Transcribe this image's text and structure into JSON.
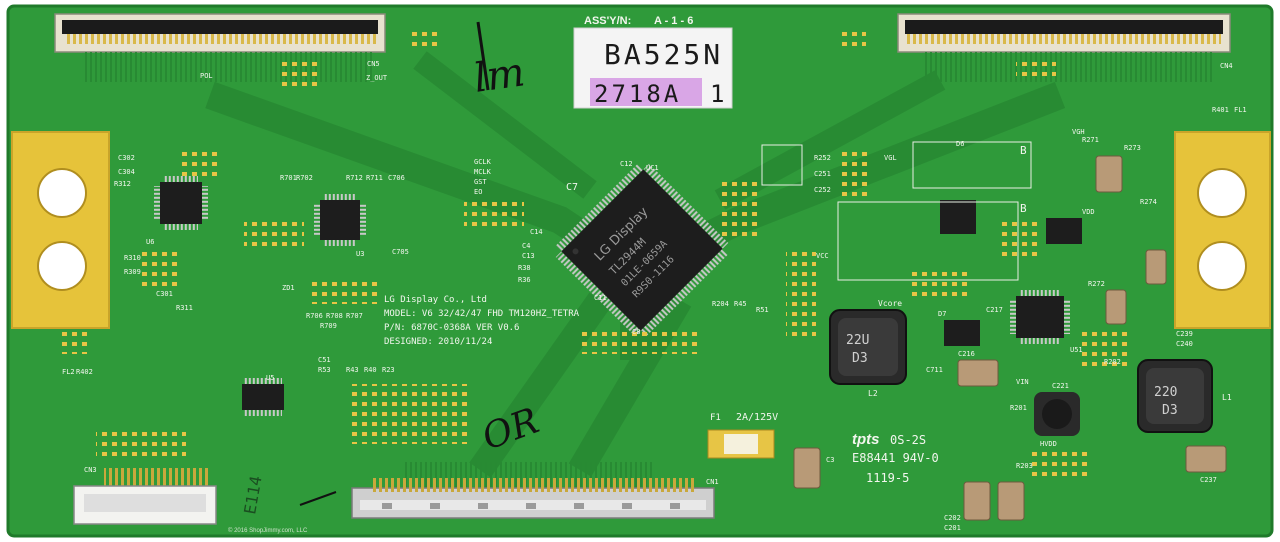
{
  "board": {
    "colors": {
      "pcb": "#2f9a3a",
      "pcb_dark": "#258431",
      "trace": "#2a8c35",
      "gold": "#e6c33a",
      "silk": "#f2f6ee",
      "chip": "#1c1c1c",
      "sticker": "#f4f4f4",
      "sticker_purple": "#d9a6e6"
    },
    "sticker": {
      "assy_label": "ASS'Y/N:",
      "assy_value": "A - 1 - 6",
      "model_code": "BA525N",
      "lot_code": "2718A",
      "lot_suffix": "1"
    },
    "handwriting": {
      "top_mark": "lm",
      "bottom_mark": "OR",
      "corner_mark": "E114"
    },
    "info_block": {
      "maker": "LG Display Co., Ltd",
      "model": "MODEL: V6 32/42/47 FHD TM120HZ_TETRA",
      "part_number": "P/N: 6870C-0368A VER V0.6",
      "designed": "DESIGNED:  2010/11/24"
    },
    "main_ic": {
      "line1": "LG Display",
      "line2": "TL2944M",
      "line3": "01LE-0659A",
      "line4": "R9S0-1116"
    },
    "fuse": {
      "ref": "F1",
      "rating": "2A/125V"
    },
    "certification": {
      "brand": "tpts",
      "grade": "0S-2S",
      "ul_code": "E88441 94V-0",
      "date_code": "1119-5"
    },
    "inductors": [
      {
        "ref": "L2",
        "marking_top": "22U",
        "marking_bottom": "D3"
      },
      {
        "ref": "L1",
        "marking_top": "220",
        "marking_bottom": "D3"
      }
    ],
    "connectors": {
      "cn5": "CN5",
      "cn4": "CN4",
      "cn3": "CN3",
      "cn1": "CN1"
    },
    "silk_labels": {
      "u6": "U6",
      "u5": "U5",
      "u3": "U3",
      "u1": "UC1",
      "u51": "U51",
      "c7": "C7",
      "vcore": "Vcore",
      "vcc": "VCC",
      "vdd": "VDD",
      "vin": "VIN",
      "hvdd": "HVDD",
      "vcl": "VGL",
      "vgh": "VGH",
      "zd1": "ZD1",
      "zout": "Z_OUT",
      "pol": "POL",
      "fl1": "FL1",
      "fl2": "FL2",
      "r402": "R402",
      "r401": "R401",
      "r312": "R312",
      "c302": "C302",
      "c304": "C304",
      "r309": "R309",
      "r310": "R310",
      "c301": "C301",
      "r311": "R311",
      "c711": "C711",
      "c237": "C237",
      "c3": "C3",
      "d6": "D6",
      "d7": "D7",
      "b1": "B",
      "b2": "B",
      "r272": "R272",
      "r273": "R273",
      "r274": "R274",
      "r271": "R271",
      "c216": "C216",
      "c217": "C217",
      "c221": "C221",
      "c239": "C239",
      "c240": "C240",
      "r202": "R202",
      "r201": "R201",
      "r203": "R203",
      "c202": "C202",
      "c201": "C201",
      "gclk": "GCLK",
      "mclk": "MCLK",
      "gst": "GST",
      "eo": "EO",
      "c12": "C12",
      "c14": "C14",
      "c13": "C13",
      "c4": "C4",
      "r38": "R38",
      "r36": "R36",
      "c11": "C11",
      "r204": "R204",
      "r45": "R45",
      "r51": "R51",
      "c8": "C8",
      "r706": "R706",
      "r708": "R708",
      "r707": "R707",
      "r709": "R709",
      "c706": "C706",
      "c705": "C705",
      "r712": "R712",
      "r711": "R711",
      "r701": "R701",
      "r702": "R702",
      "r43": "R43",
      "r40": "R40",
      "r23": "R23",
      "c51": "C51",
      "r53": "R53",
      "r252": "R252",
      "c251": "C251",
      "c252": "C252"
    },
    "copyright": "© 2016 ShopJimmy.com, LLC"
  }
}
